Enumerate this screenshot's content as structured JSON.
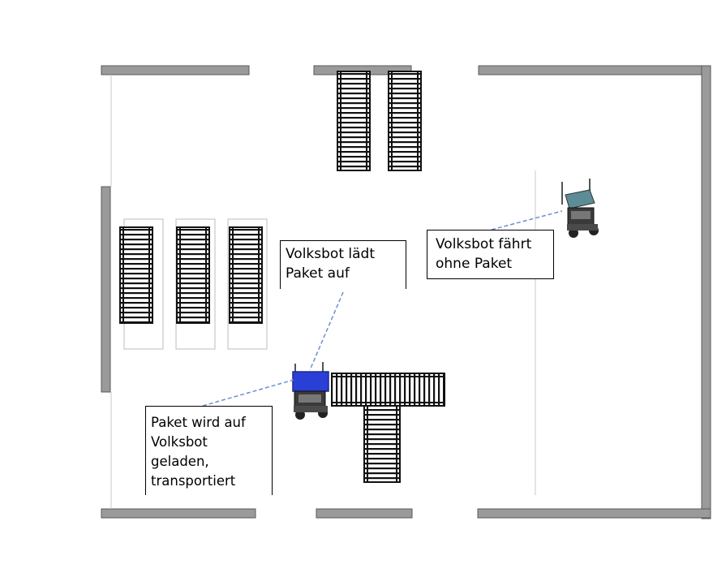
{
  "labels": {
    "loads": "Volksbot lädt\nPaket auf",
    "empty": "Volksbot fährt\nohne Paket",
    "transport": "Paket wird auf\nVolksbot\ngeladen,\ntransportiert"
  },
  "colors": {
    "wall": "#9a9a9a",
    "conveyor": "#111111",
    "package": "#2a3fd6",
    "robot": "#3a3a3a",
    "leader_line": "#6a8fd0"
  }
}
